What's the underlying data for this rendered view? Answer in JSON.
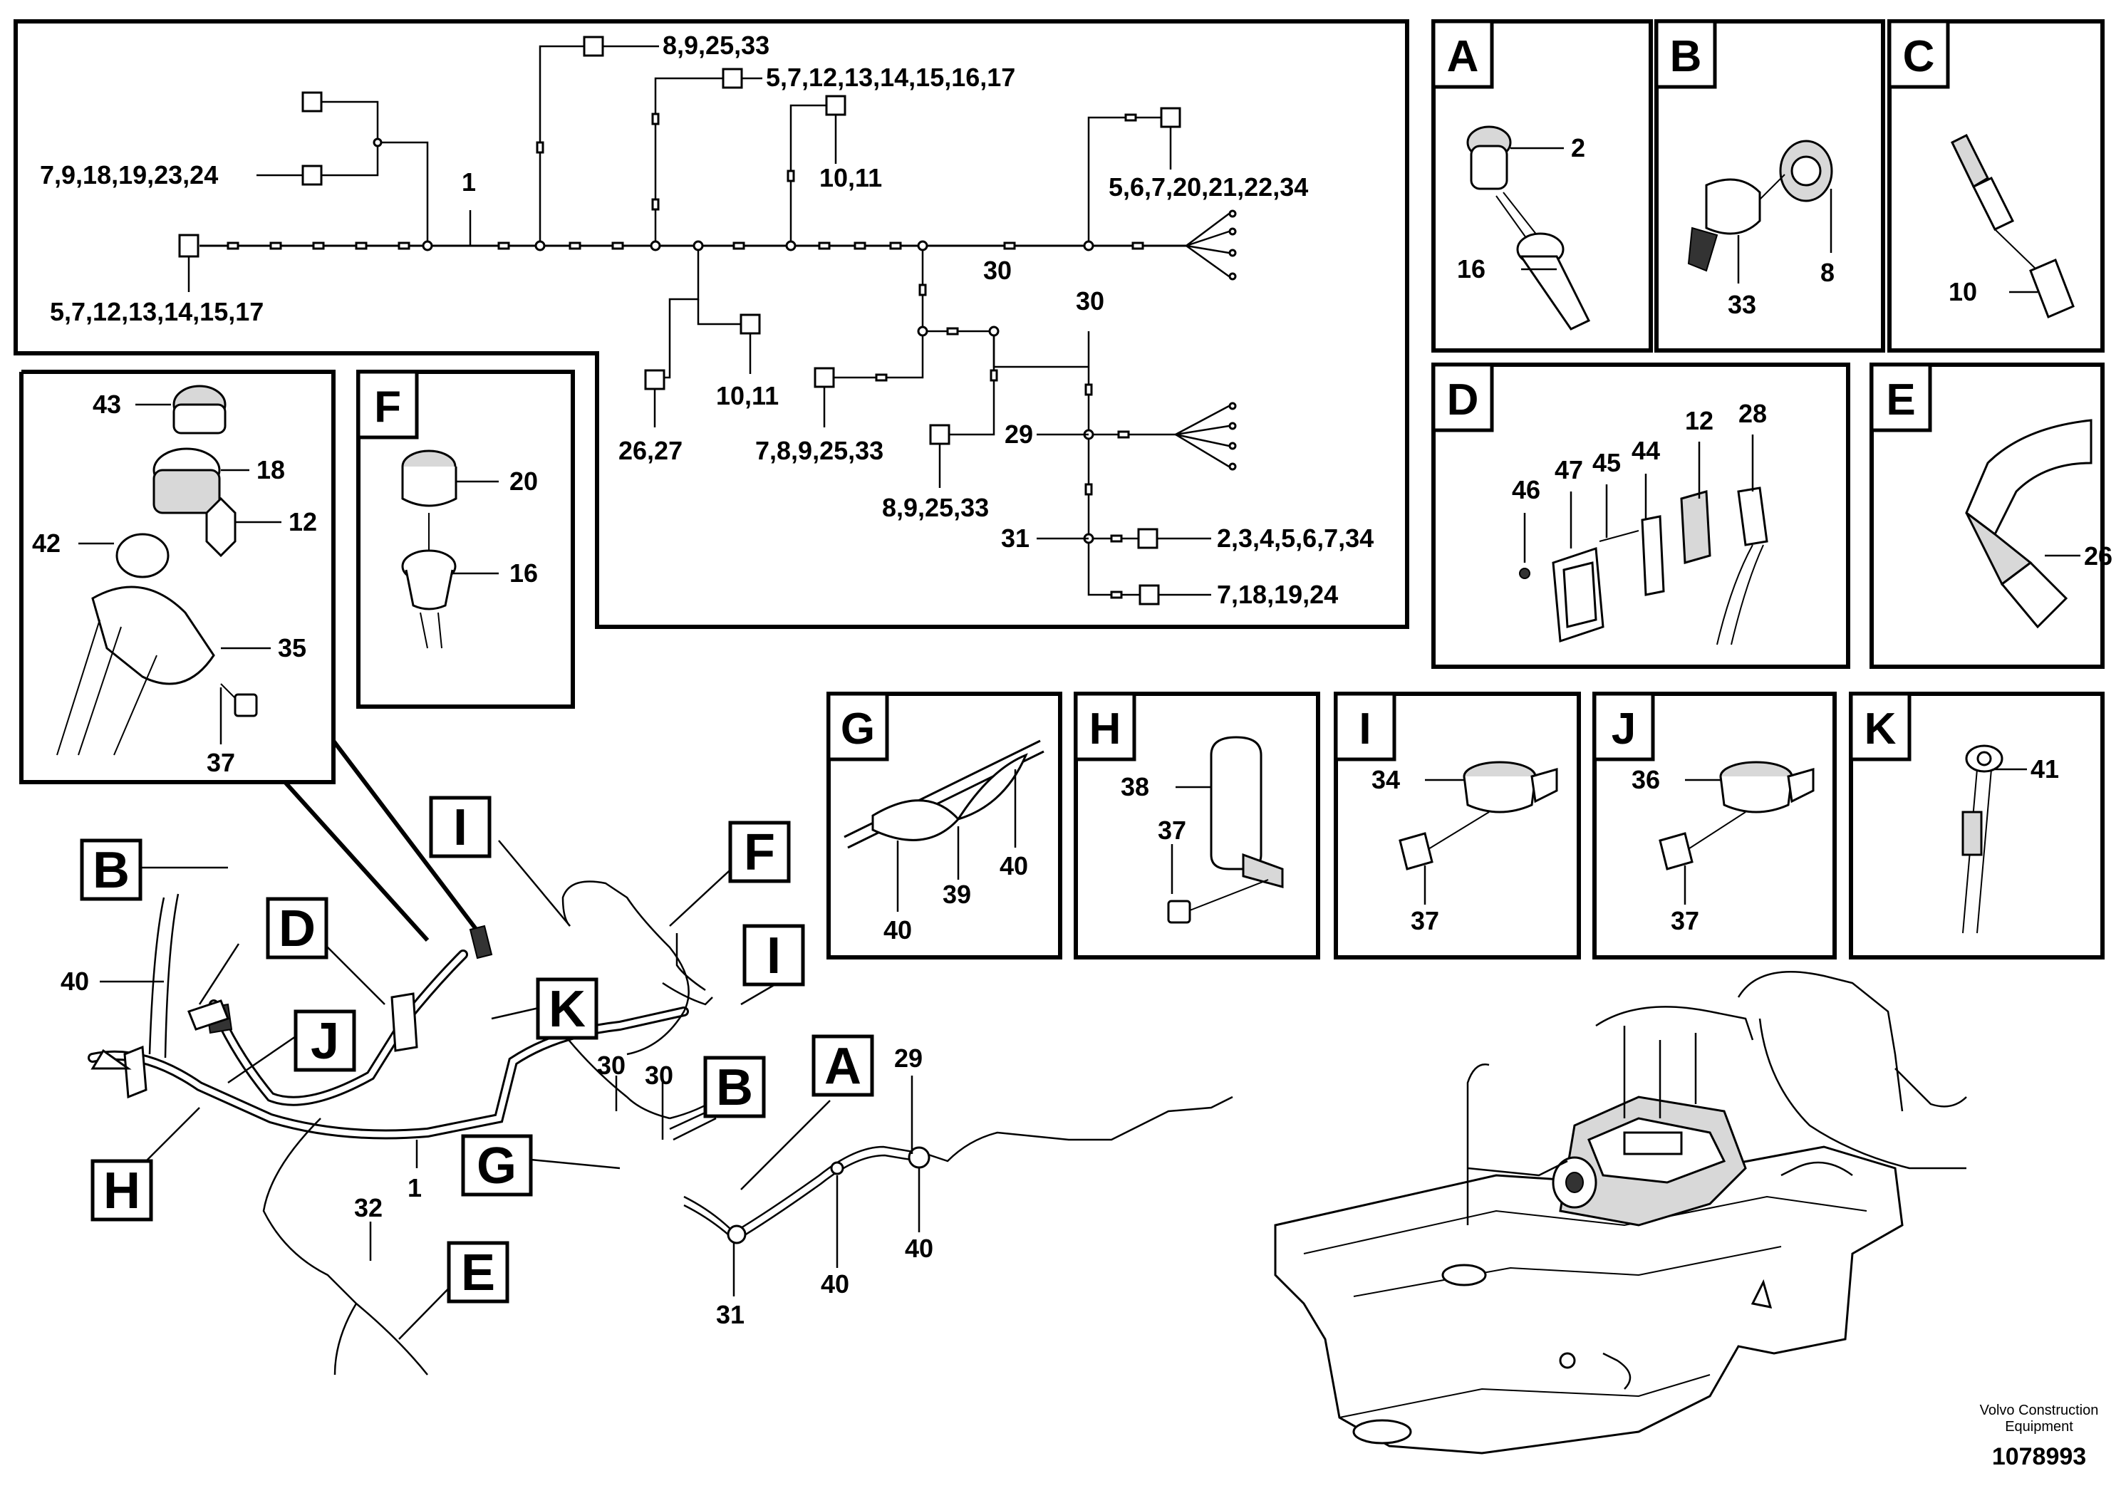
{
  "schematic": {
    "labels": {
      "top1": "8,9,25,33",
      "top2": "5,7,12,13,14,15,16,17",
      "top3": "10,11",
      "left1": "7,9,18,19,23,24",
      "main": "1",
      "right1": "5,6,7,20,21,22,34",
      "bottomleft": "5,7,12,13,14,15,17",
      "b30a": "30",
      "b30b": "30",
      "b1011": "10,11",
      "b2627": "26,27",
      "b7892533": "7,8,9,25,33",
      "b29": "29",
      "b8": "8,9,25,33",
      "b31": "31",
      "b2": "2,3,4,5,6,7,34",
      "b7": "7,18,19,24"
    }
  },
  "details": {
    "A": {
      "letter": "A",
      "labels": [
        "2",
        "16"
      ]
    },
    "B": {
      "letter": "B",
      "labels": [
        "33",
        "8"
      ]
    },
    "C": {
      "letter": "C",
      "labels": [
        "10"
      ]
    },
    "D": {
      "letter": "D",
      "labels": [
        "46",
        "47",
        "45",
        "44",
        "12",
        "28"
      ]
    },
    "E": {
      "letter": "E",
      "labels": [
        "26"
      ]
    },
    "F": {
      "letter": "F",
      "labels": [
        "20",
        "16"
      ]
    },
    "G": {
      "letter": "G",
      "labels": [
        "40",
        "39",
        "40"
      ]
    },
    "H": {
      "letter": "H",
      "labels": [
        "38",
        "37"
      ]
    },
    "I": {
      "letter": "I",
      "labels": [
        "34",
        "37"
      ]
    },
    "J": {
      "letter": "J",
      "labels": [
        "36",
        "37"
      ]
    },
    "K": {
      "letter": "K",
      "labels": [
        "41"
      ]
    },
    "zoom": {
      "labels": [
        "43",
        "18",
        "12",
        "42",
        "35",
        "37"
      ]
    }
  },
  "assembly": {
    "callouts": [
      "B",
      "D",
      "J",
      "H",
      "I",
      "F",
      "K",
      "I",
      "G",
      "B",
      "A",
      "E"
    ],
    "labels": {
      "n40a": "40",
      "n30a": "30",
      "n30b": "30",
      "n29": "29",
      "n1": "1",
      "n32": "32",
      "n40b": "40",
      "n40c": "40",
      "n31": "31"
    }
  },
  "footer": {
    "brand_line1": "Volvo Construction",
    "brand_line2": "Equipment",
    "ref": "1078993"
  }
}
